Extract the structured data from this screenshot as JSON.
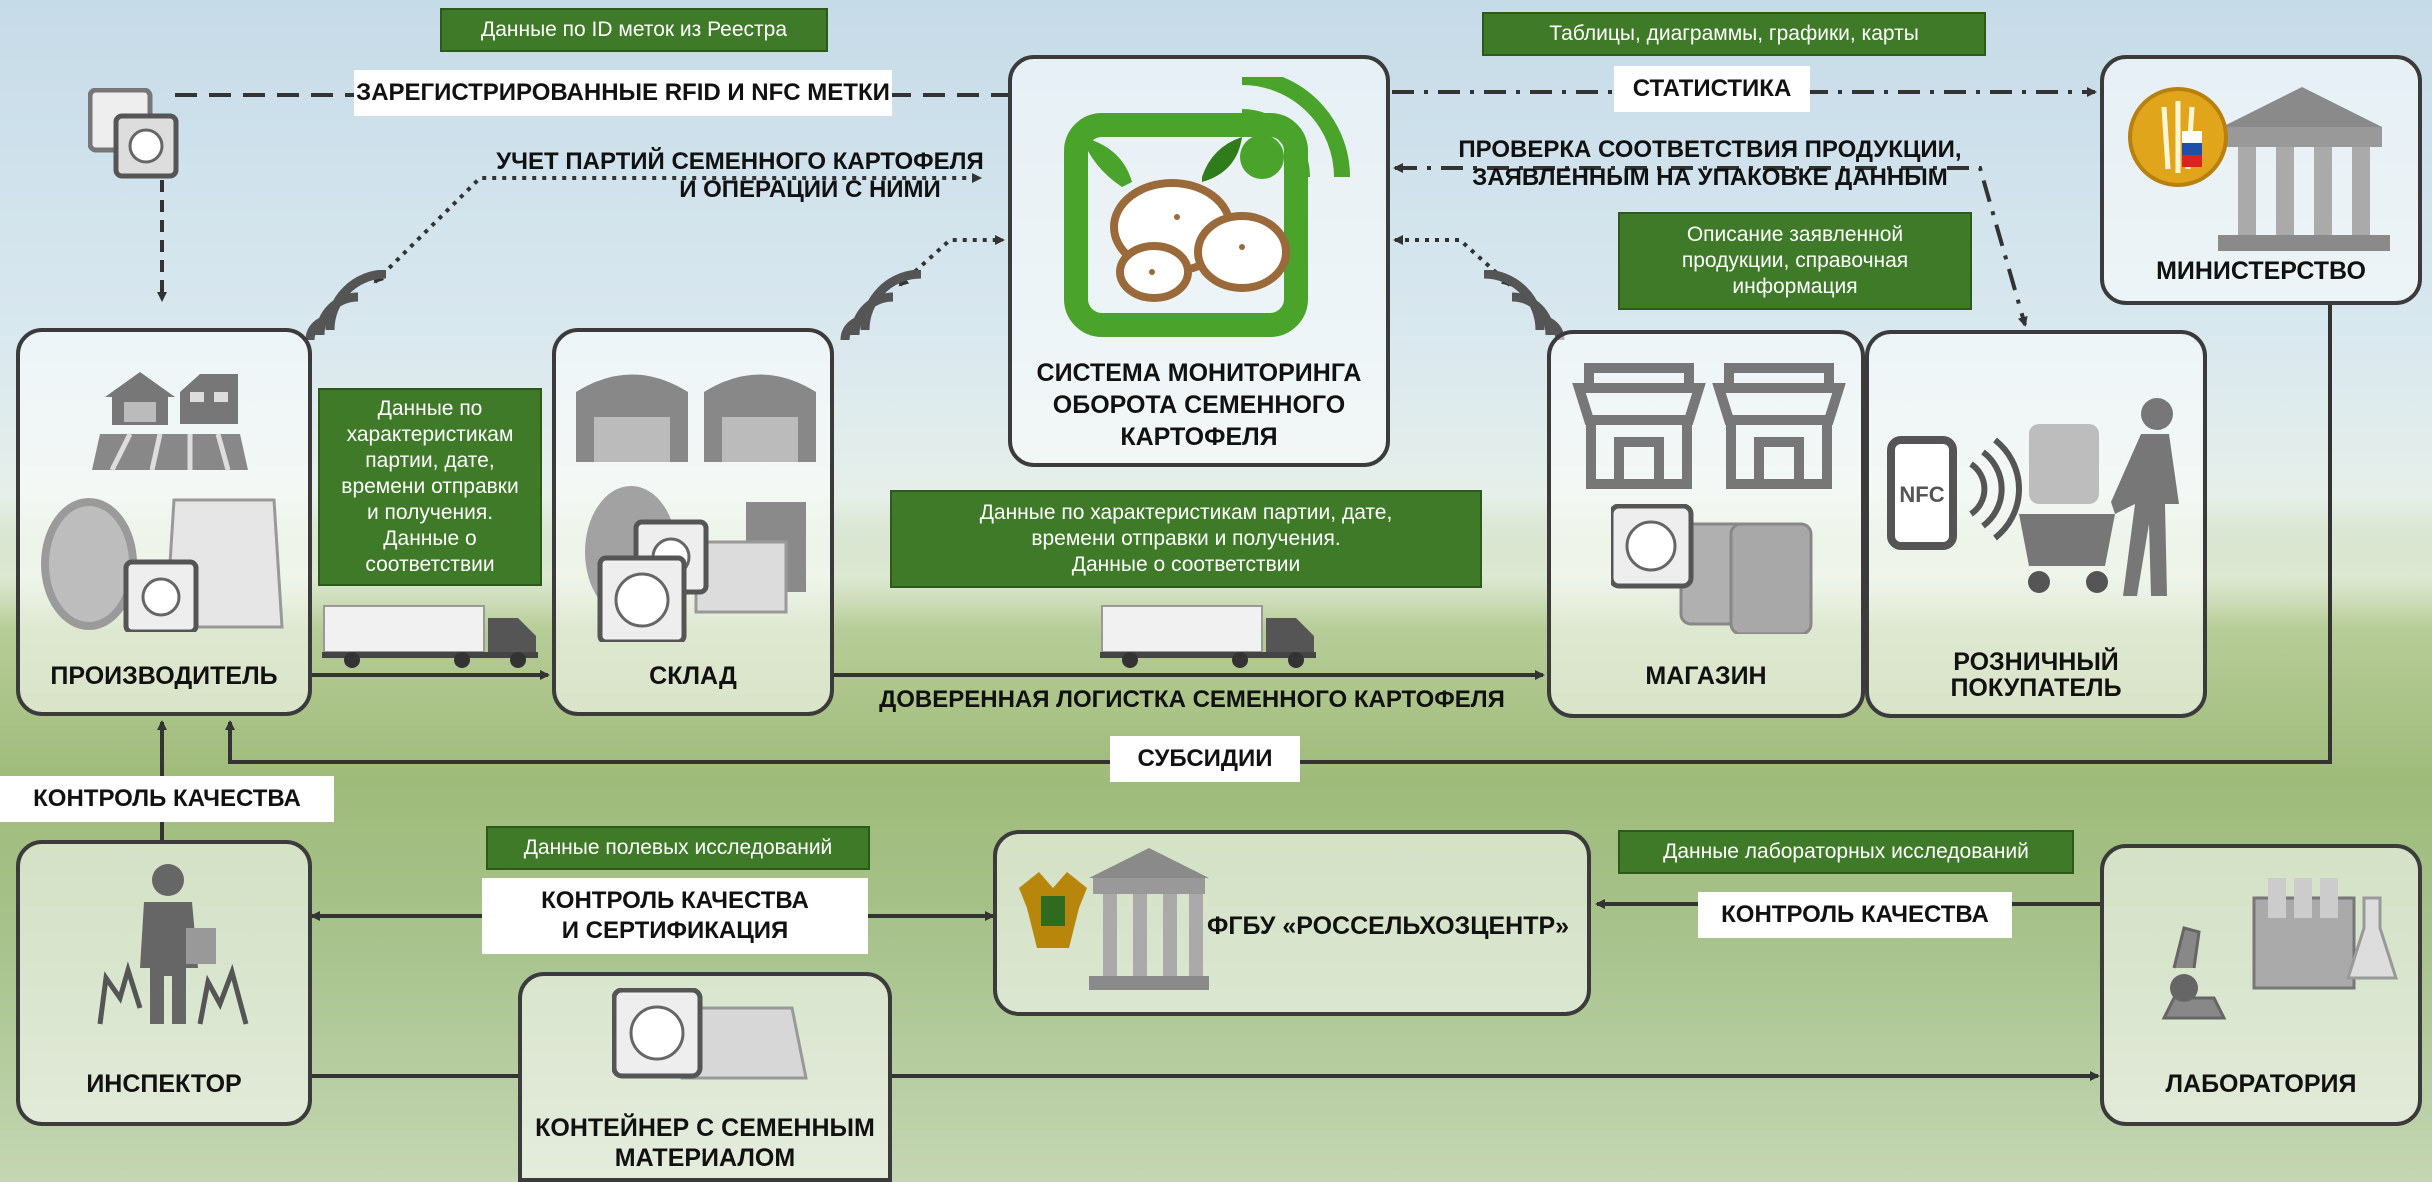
{
  "nodes": {
    "producer": "ПРОИЗВОДИТЕЛЬ",
    "warehouse": "СКЛАД",
    "system_line1": "СИСТЕМА МОНИТОРИНГА",
    "system_line2": "ОБОРОТА СЕМЕННОГО",
    "system_line3": "КАРТОФЕЛЯ",
    "store": "МАГАЗИН",
    "buyer_line1": "РОЗНИЧНЫЙ",
    "buyer_line2": "ПОКУПАТЕЛЬ",
    "ministry": "МИНИСТЕРСТВО",
    "inspector": "ИНСПЕКТОР",
    "container_line1": "КОНТЕЙНЕР С СЕМЕННЫМ",
    "container_line2": "МАТЕРИАЛОМ",
    "rosselhoz": "ФГБУ «РОССЕЛЬХОЗЦЕНТР»",
    "laboratory": "ЛАБОРАТОРИЯ"
  },
  "green_labels": {
    "registry_ids": "Данные по ID меток из Реестра",
    "tables_charts": "Таблицы, диаграммы, графики, карты",
    "product_desc_line1": "Описание заявленной",
    "product_desc_line2": "продукции, справочная",
    "product_desc_line3": "информация",
    "batch_data_left_line1": "Данные по",
    "batch_data_left_line2": "характеристикам",
    "batch_data_left_line3": "партии, дате,",
    "batch_data_left_line4": "времени отправки",
    "batch_data_left_line5": "и получения.",
    "batch_data_left_line6": "Данные о",
    "batch_data_left_line7": "соответствии",
    "batch_data_mid_line1": "Данные по характеристикам партии, дате,",
    "batch_data_mid_line2": "времени отправки и получения.",
    "batch_data_mid_line3": "Данные о соответствии",
    "field_research": "Данные полевых исследований",
    "lab_research": "Данные лабораторных исследований"
  },
  "flow_labels": {
    "registered_tags": "ЗАРЕГИСТРИРОВАННЫЕ RFID И NFC МЕТКИ",
    "statistics": "СТАТИСТИКА",
    "batch_accounting_line1": "УЧЕТ ПАРТИЙ СЕМЕННОГО КАРТОФЕЛЯ",
    "batch_accounting_line2": "И ОПЕРАЦИИ С НИМИ",
    "compliance_check_line1": "ПРОВЕРКА СООТВЕТСТВИЯ ПРОДУКЦИИ,",
    "compliance_check_line2": "ЗАЯВЛЕННЫМ НА УПАКОВКЕ ДАННЫМ",
    "trusted_logistics": "ДОВЕРЕННАЯ ЛОГИСТКА СЕМЕННОГО КАРТОФЕЛЯ",
    "subsidies": "СУБСИДИИ",
    "quality_control_left": "КОНТРОЛЬ КАЧЕСТВА",
    "quality_cert_line1": "КОНТРОЛЬ КАЧЕСТВА",
    "quality_cert_line2": "И СЕРТИФИКАЦИЯ",
    "quality_control_right": "КОНТРОЛЬ КАЧЕСТВА"
  },
  "icon_text": {
    "nfc": "NFC"
  },
  "colors": {
    "green_label_bg": "#3f7a28",
    "node_border": "#3b3b3b",
    "logo_green": "#4aa32a",
    "potato_brown": "#9b6a3a",
    "ministry_gold": "#e1a51c"
  }
}
